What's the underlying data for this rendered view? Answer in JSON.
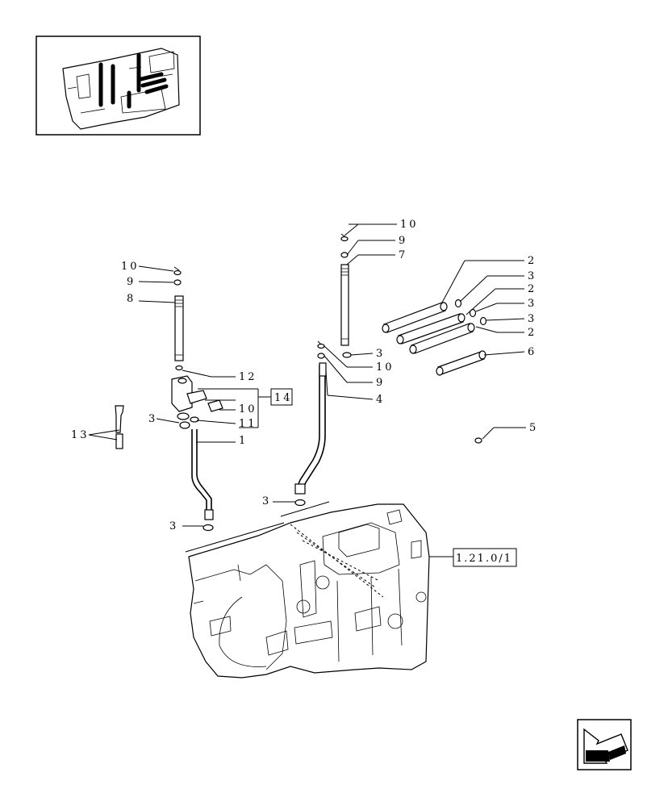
{
  "callouts": {
    "c10a": "10",
    "c9a": "9",
    "c8": "8",
    "c12": "12",
    "c10b": "10",
    "c11": "11",
    "c1": "1",
    "c3a": "3",
    "c13": "13",
    "c14": "14",
    "c3b": "3",
    "c10c": "10",
    "c9b": "9",
    "c7": "7",
    "c3c": "3",
    "c10d": "10",
    "c9c": "9",
    "c4": "4",
    "c3d": "3",
    "c2a": "2",
    "c3e": "3",
    "c2b": "2",
    "c3f": "3",
    "c3g": "3",
    "c2c": "2",
    "c6": "6",
    "c5": "5",
    "ref": "1.21.0/1"
  },
  "icons": {
    "thumbnail": "tractor-casing-thumbnail",
    "nav": "back-arrow-icon"
  }
}
